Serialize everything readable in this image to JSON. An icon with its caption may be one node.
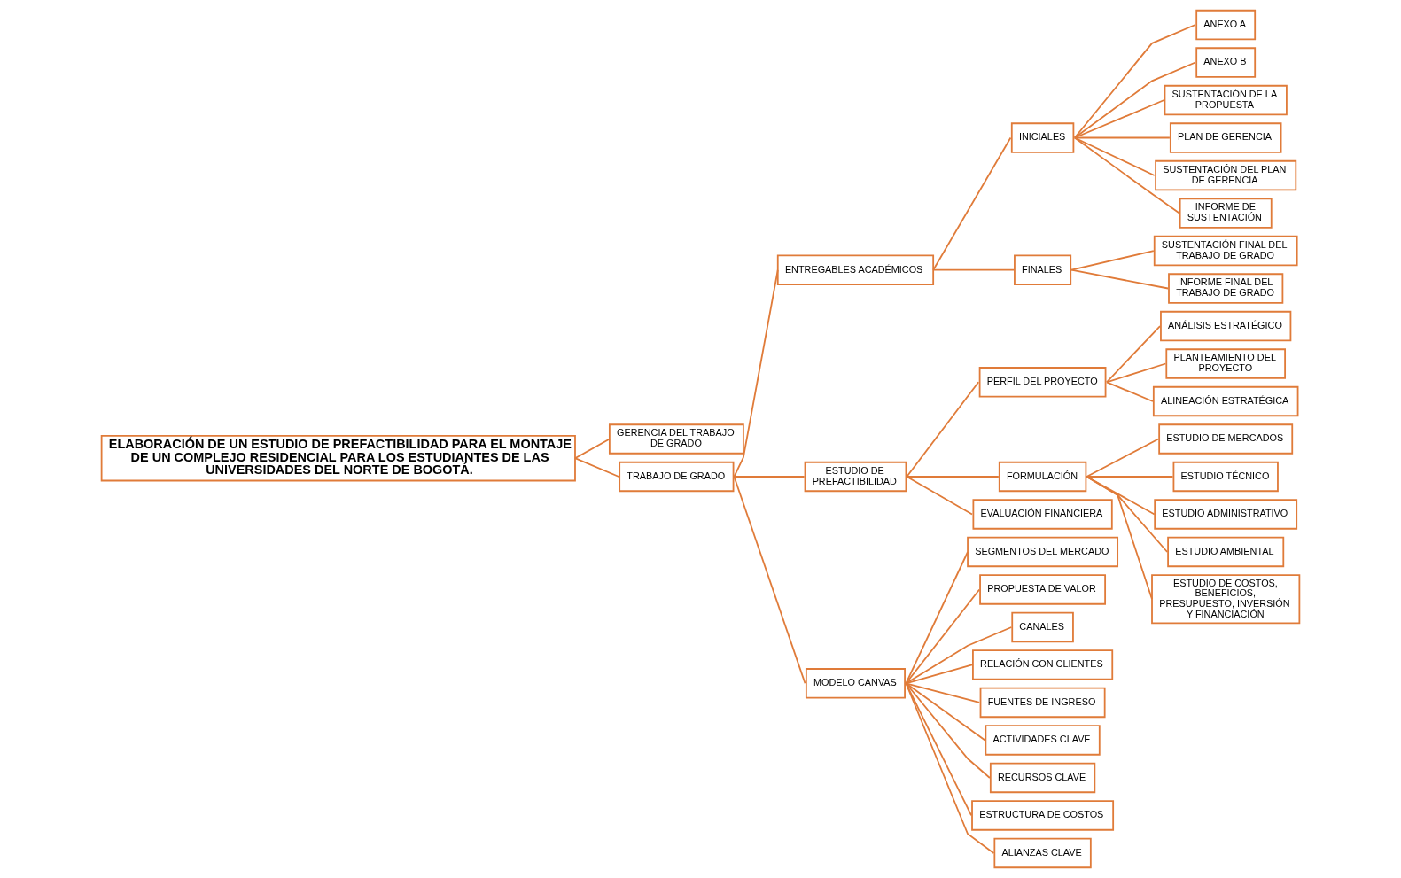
{
  "diagram": {
    "nodes": [
      {
        "text": [
          "ELABORACIÓN DE UN ESTUDIO DE PREFACTIBILIDAD PARA EL MONTAJE DE UN COMPLEJO RESIDENCIAL PARA LOS ESTUDIANTES DE LAS UNIVERSIDADES DEL NORTE DE BOGOTÁ."
        ]
      },
      {
        "text": [
          "GERENCIA DEL TRABAJO DE GRADO"
        ]
      },
      {
        "text": [
          "TRABAJO DE GRADO"
        ]
      },
      {
        "text": [
          "ENTREGABLES ACADÉMICOS"
        ]
      },
      {
        "text": [
          "ESTUDIO DE PREFACTIBILIDAD"
        ]
      },
      {
        "text": [
          "MODELO CANVAS"
        ]
      },
      {
        "text": [
          "INICIALES"
        ]
      },
      {
        "text": [
          "FINALES"
        ]
      },
      {
        "text": [
          "PERFIL DEL PROYECTO"
        ]
      },
      {
        "text": [
          "FORMULACIÓN"
        ]
      },
      {
        "text": [
          "EVALUACIÓN FINANCIERA"
        ]
      },
      {
        "text": [
          "ANEXO A"
        ]
      },
      {
        "text": [
          "ANEXO B"
        ]
      },
      {
        "text": [
          "SUSTENTACIÓN DE LA PROPUESTA"
        ]
      },
      {
        "text": [
          "PLAN DE GERENCIA"
        ]
      },
      {
        "text": [
          "SUSTENTACIÓN DEL PLAN DE GERENCIA"
        ]
      },
      {
        "text": [
          "INFORME DE SUSTENTACIÓN"
        ]
      },
      {
        "text": [
          "SUSTENTACIÓN FINAL DEL TRABAJO DE GRADO"
        ]
      },
      {
        "text": [
          "INFORME FINAL DEL TRABAJO DE GRADO"
        ]
      },
      {
        "text": [
          "ANÁLISIS ESTRATÉGICO"
        ]
      },
      {
        "text": [
          "PLANTEAMIENTO DEL PROYECTO"
        ]
      },
      {
        "text": [
          "ALINEACIÓN ESTRATÉGICA"
        ]
      },
      {
        "text": [
          "ESTUDIO DE MERCADOS"
        ]
      },
      {
        "text": [
          "ESTUDIO TÉCNICO"
        ]
      },
      {
        "text": [
          "ESTUDIO ADMINISTRATIVO"
        ]
      },
      {
        "text": [
          "ESTUDIO AMBIENTAL"
        ]
      },
      {
        "text": [
          "ESTUDIO DE COSTOS, BENEFICIOS, PRESUPUESTO, INVERSIÓN Y FINANCIACIÓN"
        ]
      },
      {
        "text": [
          "SEGMENTOS DEL MERCADO"
        ]
      },
      {
        "text": [
          "PROPUESTA DE VALOR"
        ]
      },
      {
        "text": [
          "CANALES"
        ]
      },
      {
        "text": [
          "RELACIÓN CON CLIENTES"
        ]
      },
      {
        "text": [
          "FUENTES DE INGRESO"
        ]
      },
      {
        "text": [
          "ACTIVIDADES CLAVE"
        ]
      },
      {
        "text": [
          "RECURSOS CLAVE"
        ]
      },
      {
        "text": [
          "ESTRUCTURA DE COSTOS"
        ]
      },
      {
        "text": [
          "ALIANZAS CLAVE"
        ]
      }
    ],
    "edges": [
      {
        "from": 0,
        "to": 1,
        "arrow": "none"
      },
      {
        "from": 0,
        "to": 2,
        "arrow": "none"
      },
      {
        "from": 2,
        "to": 3,
        "arrow": "none"
      },
      {
        "from": 2,
        "to": 4,
        "arrow": "none"
      },
      {
        "from": 2,
        "to": 5,
        "arrow": "none"
      },
      {
        "from": 3,
        "to": 6,
        "arrow": "none"
      },
      {
        "from": 3,
        "to": 7,
        "arrow": "none"
      },
      {
        "from": 4,
        "to": 8,
        "arrow": "none"
      },
      {
        "from": 4,
        "to": 9,
        "arrow": "none"
      },
      {
        "from": 4,
        "to": 10,
        "arrow": "none"
      },
      {
        "from": 6,
        "to": 11,
        "arrow": "none"
      },
      {
        "from": 6,
        "to": 12,
        "arrow": "none"
      },
      {
        "from": 6,
        "to": 13,
        "arrow": "none"
      },
      {
        "from": 6,
        "to": 14,
        "arrow": "none"
      },
      {
        "from": 6,
        "to": 15,
        "arrow": "none"
      },
      {
        "from": 6,
        "to": 16,
        "arrow": "none"
      },
      {
        "from": 7,
        "to": 17,
        "arrow": "none"
      },
      {
        "from": 7,
        "to": 18,
        "arrow": "none"
      },
      {
        "from": 8,
        "to": 19,
        "arrow": "none"
      },
      {
        "from": 8,
        "to": 20,
        "arrow": "none"
      },
      {
        "from": 8,
        "to": 21,
        "arrow": "none"
      },
      {
        "from": 9,
        "to": 22,
        "arrow": "none"
      },
      {
        "from": 9,
        "to": 23,
        "arrow": "none"
      },
      {
        "from": 9,
        "to": 24,
        "arrow": "none"
      },
      {
        "from": 9,
        "to": 25,
        "arrow": "none"
      },
      {
        "from": 9,
        "to": 26,
        "arrow": "none"
      },
      {
        "from": 5,
        "to": 27,
        "arrow": "none"
      },
      {
        "from": 5,
        "to": 28,
        "arrow": "none"
      },
      {
        "from": 5,
        "to": 29,
        "arrow": "none"
      },
      {
        "from": 5,
        "to": 30,
        "arrow": "none"
      },
      {
        "from": 5,
        "to": 31,
        "arrow": "none"
      },
      {
        "from": 5,
        "to": 32,
        "arrow": "none"
      },
      {
        "from": 5,
        "to": 33,
        "arrow": "none"
      },
      {
        "from": 5,
        "to": 34,
        "arrow": "none"
      },
      {
        "from": 5,
        "to": 35,
        "arrow": "none"
      }
    ]
  }
}
